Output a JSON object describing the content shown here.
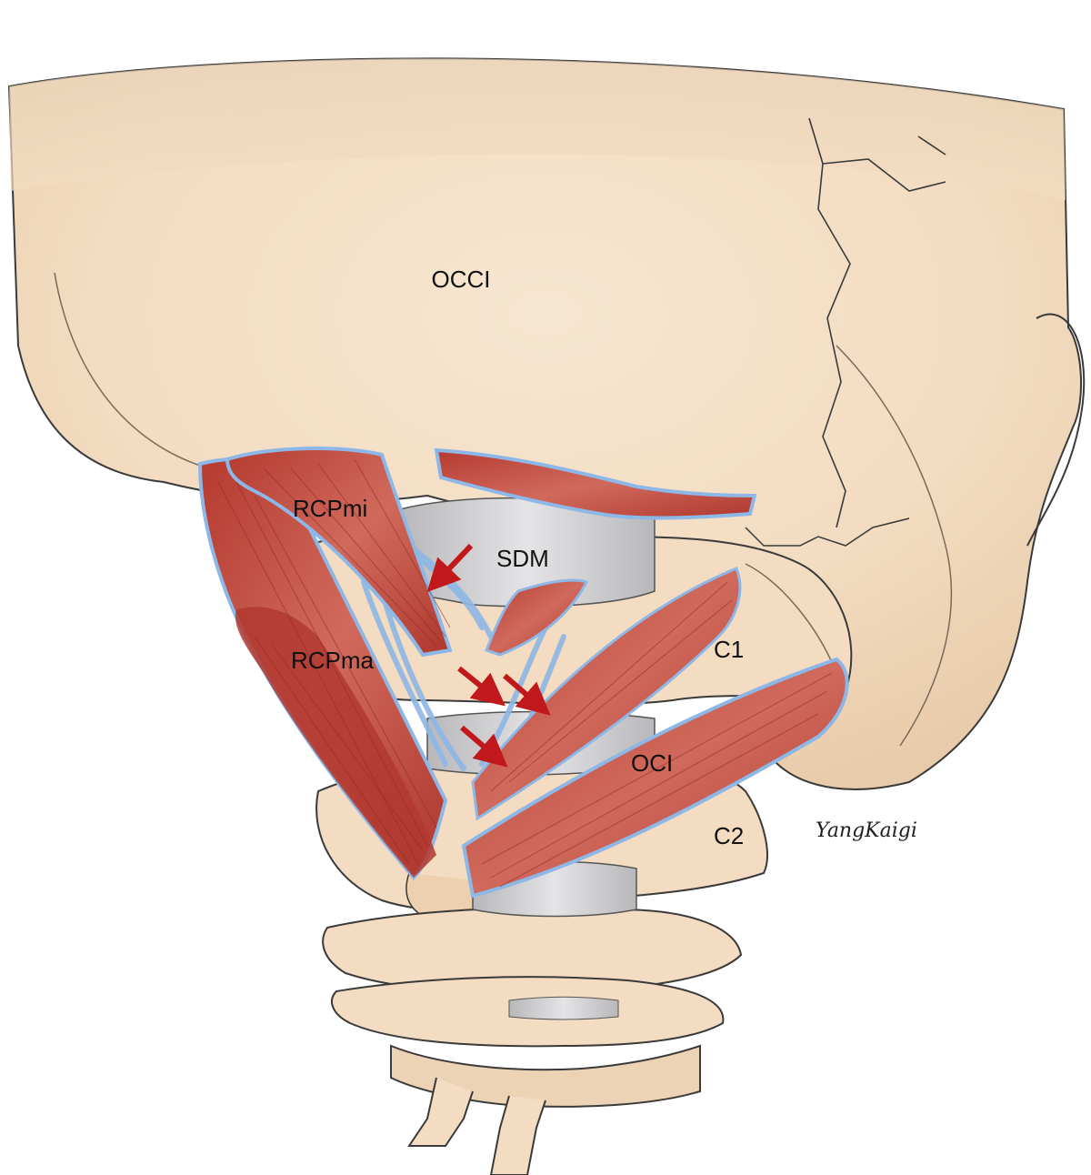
{
  "labels": {
    "occipital": "OCCI",
    "rcp_minor": "RCPmi",
    "sdm": "SDM",
    "rcp_major": "RCPma",
    "c1": "C1",
    "oci": "OCI",
    "c2": "C2"
  },
  "signature": "YangKaigi",
  "colors": {
    "bone": "#F3DCC1",
    "bone_shadow": "#E2C2A0",
    "outline": "#3a3a3a",
    "muscle": "#C2453A",
    "muscle_dark": "#9E2F27",
    "fascia": "#8DB7E6",
    "membrane": "#C9C9CB",
    "arrow": "#C0181B"
  }
}
